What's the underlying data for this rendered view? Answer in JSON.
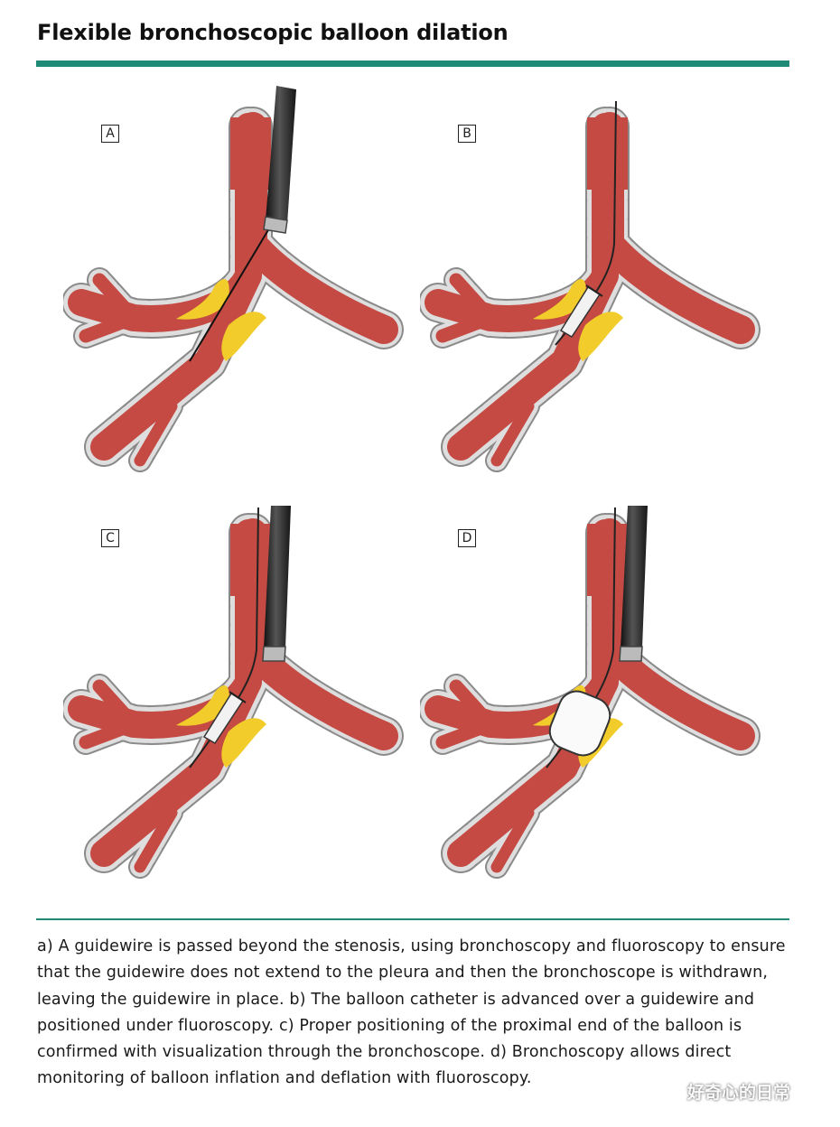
{
  "title": "Flexible bronchoscopic balloon dilation",
  "panels": [
    {
      "label": "A"
    },
    {
      "label": "B"
    },
    {
      "label": "C"
    },
    {
      "label": "D"
    }
  ],
  "caption": "a) A guidewire is passed beyond the stenosis, using bronchoscopy and fluoroscopy to ensure that the guidewire does not extend to the pleura and then the bronchoscope is withdrawn, leaving the guidewire in place. b) The balloon catheter is advanced over a guidewire and positioned under fluoroscopy. c) Proper positioning of the proximal end of the balloon is confirmed with visualization through the bronchoscope. d) Bronchoscopy allows direct monitoring of balloon inflation and deflation with fluoroscopy.",
  "watermark": "好奇心的日常",
  "colors": {
    "accent": "#1f8a76",
    "airway": "#c44a43",
    "cartilage": "#dcdcdc",
    "stenosis": "#f2cc2a",
    "scope": "#2b2b2b"
  }
}
